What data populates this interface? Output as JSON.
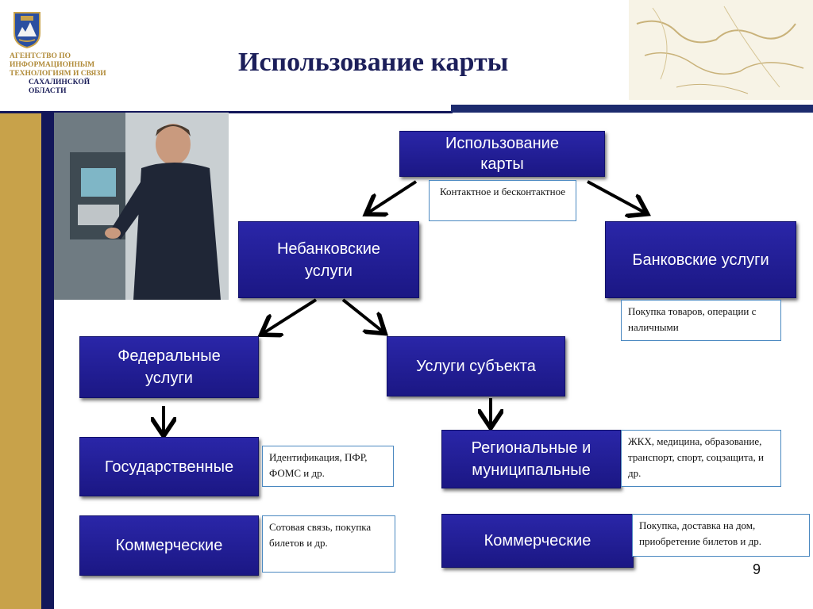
{
  "header": {
    "title": "Использование карты",
    "logo_lines": [
      "АГЕНТСТВО ПО",
      "ИНФОРМАЦИОННЫМ",
      "ТЕХНОЛОГИЯМ И СВЯЗИ"
    ],
    "logo_region": [
      "САХАЛИНСКОЙ",
      "ОБЛАСТИ"
    ]
  },
  "diagram": {
    "root": {
      "label": "Использование карты",
      "note": "Контактное и бесконтактное"
    },
    "nonbank": {
      "label": "Небанковские услуги"
    },
    "bank": {
      "label": "Банковские услуги",
      "note": "Покупка товаров, операции с наличными"
    },
    "federal": {
      "label": "Федеральные услуги"
    },
    "subject": {
      "label": "Услуги субъекта"
    },
    "state": {
      "label": "Государственные",
      "note": "Идентификация, ПФР, ФОМС и др."
    },
    "regional": {
      "label": "Региональные и муниципальные",
      "note": "ЖКХ, медицина, образование, транспорт, спорт, соцзащита, и др."
    },
    "commercial_left": {
      "label": "Коммерческие",
      "note": "Сотовая связь, покупка билетов и др."
    },
    "commercial_right": {
      "label": "Коммерческие",
      "note": "Покупка, доставка на дом, приобретение билетов и др."
    }
  },
  "page_number": "9",
  "colors": {
    "box_fill": "#2a26a8",
    "navy": "#13175a",
    "gold": "#c8a24a",
    "note_border": "#4a88c0"
  }
}
